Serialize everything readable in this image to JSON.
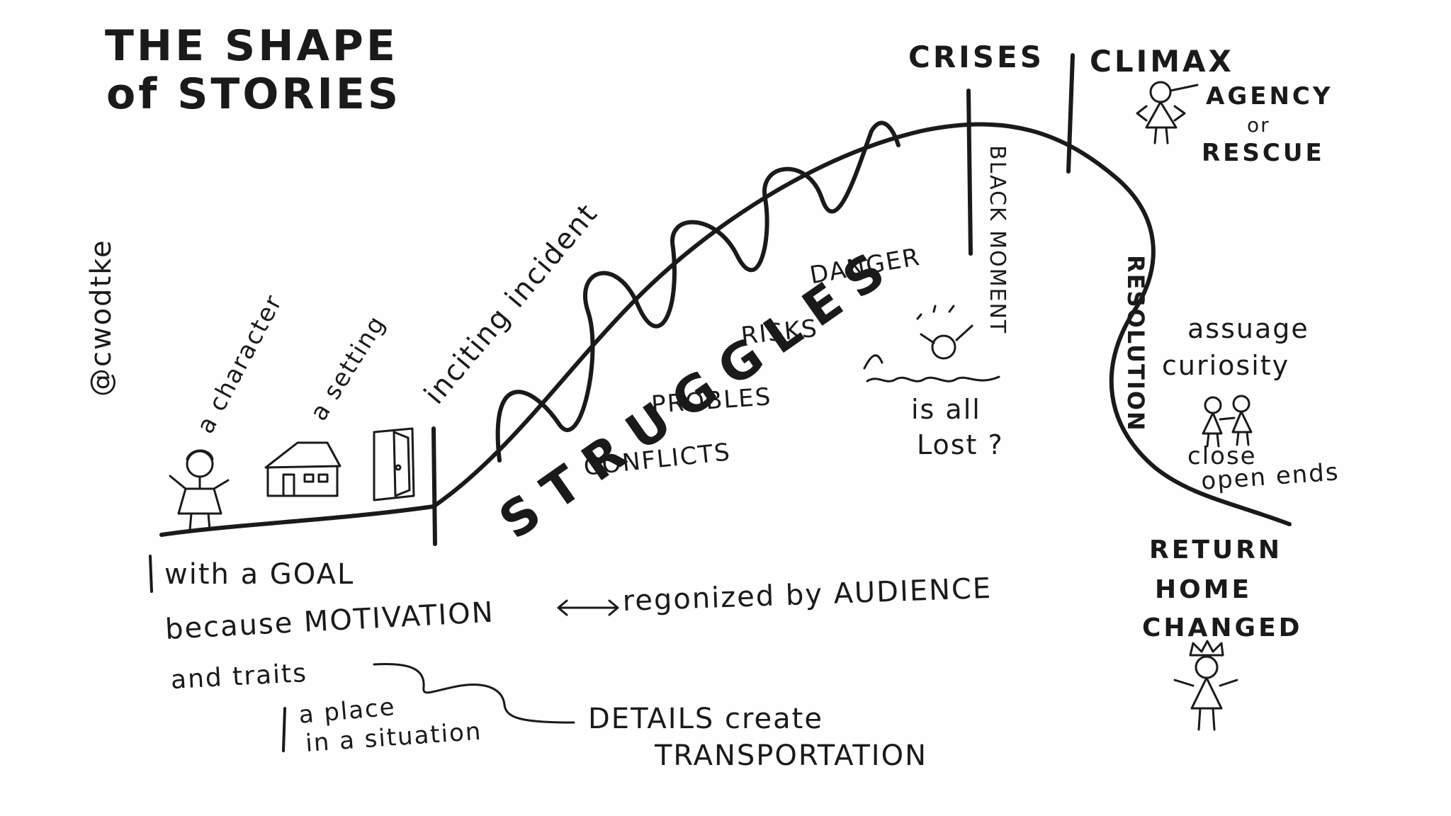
{
  "title": {
    "line1": "THE SHAPE",
    "line2": "of STORIES"
  },
  "handle": "@cwodtke",
  "act1": {
    "a_character": "a character",
    "a_setting": "a setting",
    "inciting_incident": "inciting incident",
    "with_a_goal": "with a GOAL",
    "because_motivation": "because MOTIVATION",
    "recognized": "regonized by AUDIENCE",
    "and_traits": "and traits",
    "a_place": "a place",
    "in_a_situation": "in a situation",
    "details_create": "DETAILS create",
    "transportation": "TRANSPORTATION"
  },
  "act2": {
    "struggles": "STRUGGLES",
    "danger": "DANGER",
    "risks": "RISKS",
    "probles": "PROBLES",
    "conflicts": "CONFLICTS",
    "black_moment": "BLACK MOMENT",
    "is_all": "is all",
    "lost": "Lost ?"
  },
  "act3": {
    "crises": "CRISES",
    "climax": "CLIMAX",
    "agency": "AGENCY",
    "or": "or",
    "rescue": "RESCUE",
    "resolution": "RESOLUTION",
    "assuage": "assuage",
    "curiosity": "curiosity",
    "close": "close",
    "open_ends": "open ends",
    "return": "RETURN",
    "home": "HOME",
    "changed": "CHANGED"
  }
}
